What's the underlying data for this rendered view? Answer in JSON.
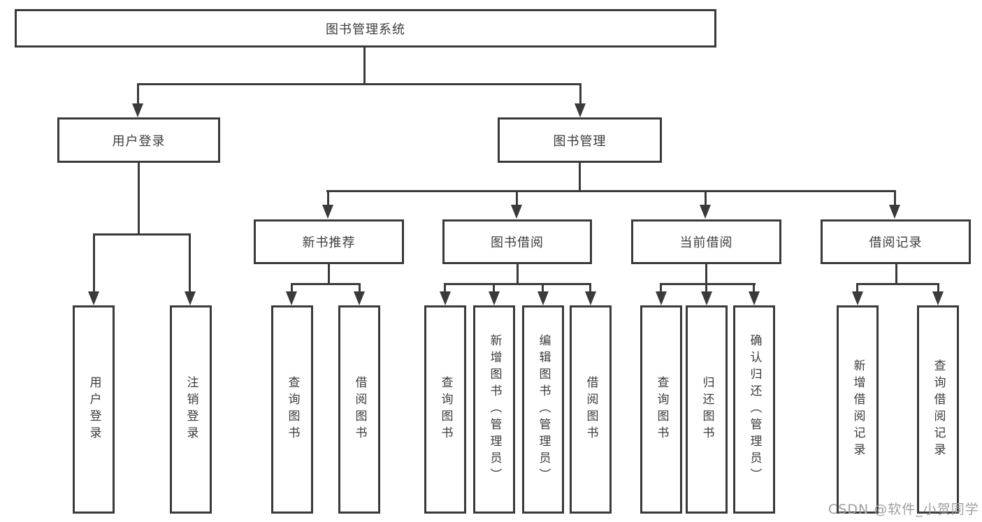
{
  "tree": {
    "root": {
      "label": "图书管理系统"
    },
    "branches": [
      {
        "label": "用户登录",
        "children": [
          {
            "label": "用户登录"
          },
          {
            "label": "注销登录"
          }
        ]
      },
      {
        "label": "图书管理",
        "children": [
          {
            "label": "新书推荐",
            "children": [
              {
                "label": "查询图书"
              },
              {
                "label": "借阅图书"
              }
            ]
          },
          {
            "label": "图书借阅",
            "children": [
              {
                "label": "查询图书"
              },
              {
                "label": "新增图书（管理员）"
              },
              {
                "label": "编辑图书（管理员）"
              },
              {
                "label": "借阅图书"
              }
            ]
          },
          {
            "label": "当前借阅",
            "children": [
              {
                "label": "查询图书"
              },
              {
                "label": "归还图书"
              },
              {
                "label": "确认归还（管理员）"
              }
            ]
          },
          {
            "label": "借阅记录",
            "children": [
              {
                "label": "新增借阅记录"
              },
              {
                "label": "查询借阅记录"
              }
            ]
          }
        ]
      }
    ]
  },
  "watermark": "CSDN @软件_小贺同学",
  "colors": {
    "line": "#3a3a3a",
    "text": "#3c3c3c",
    "background": "#ffffff",
    "watermark": "#9f9f9f"
  }
}
